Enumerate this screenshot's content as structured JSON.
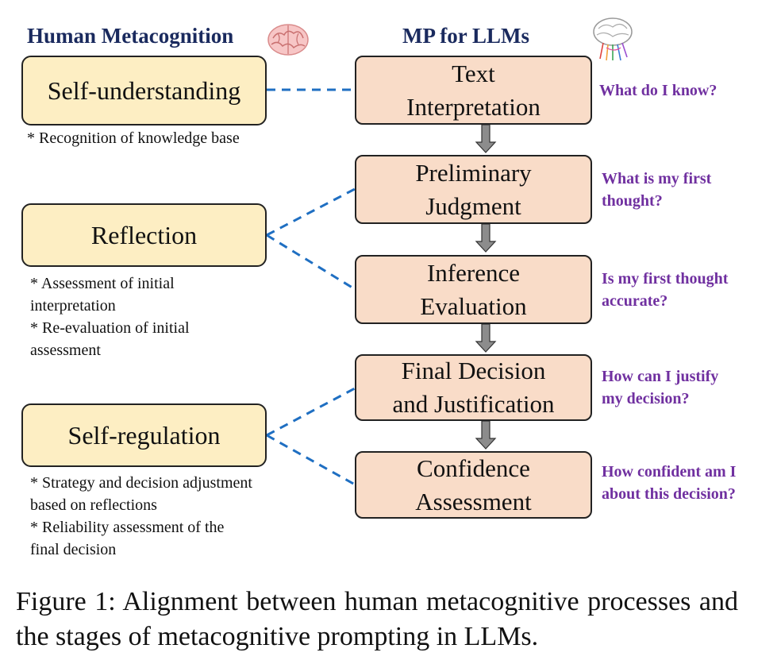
{
  "headers": {
    "left": "Human Metacognition",
    "right": "MP for LLMs"
  },
  "human_boxes": [
    {
      "label": "Self-understanding"
    },
    {
      "label": "Reflection"
    },
    {
      "label": "Self-regulation"
    }
  ],
  "notes": {
    "self_understanding": [
      "* Recognition of knowledge base"
    ],
    "reflection": [
      "* Assessment of initial",
      "interpretation",
      "* Re-evaluation of initial",
      "assessment"
    ],
    "self_regulation": [
      "* Strategy and decision adjustment",
      "based on reflections",
      "* Reliability assessment of the",
      "final decision"
    ]
  },
  "stages": [
    {
      "line1": "Text",
      "line2": "Interpretation",
      "question_line1": "What do I know?",
      "question_line2": ""
    },
    {
      "line1": "Preliminary",
      "line2": "Judgment",
      "question_line1": "What is my first",
      "question_line2": "thought?"
    },
    {
      "line1": "Inference",
      "line2": "Evaluation",
      "question_line1": "Is my first thought",
      "question_line2": "accurate?"
    },
    {
      "line1": "Final Decision",
      "line2": "and Justification",
      "question_line1": "How can I justify",
      "question_line2": "my decision?"
    },
    {
      "line1": "Confidence",
      "line2": "Assessment",
      "question_line1": "How confident am I",
      "question_line2": "about this decision?"
    }
  ],
  "caption": "Figure 1: Alignment between human metacognitive processes and the stages of metacognitive prompting in LLMs.",
  "colors": {
    "human_box_fill": "#fdeec3",
    "stage_box_fill": "#f9dcc8",
    "question_text": "#7030a0",
    "header_text": "#1a2a5e",
    "connector": "#1f6fc2",
    "arrow": "#8c8c8c"
  },
  "icons": [
    "brain-icon",
    "neural-brain-icon"
  ]
}
